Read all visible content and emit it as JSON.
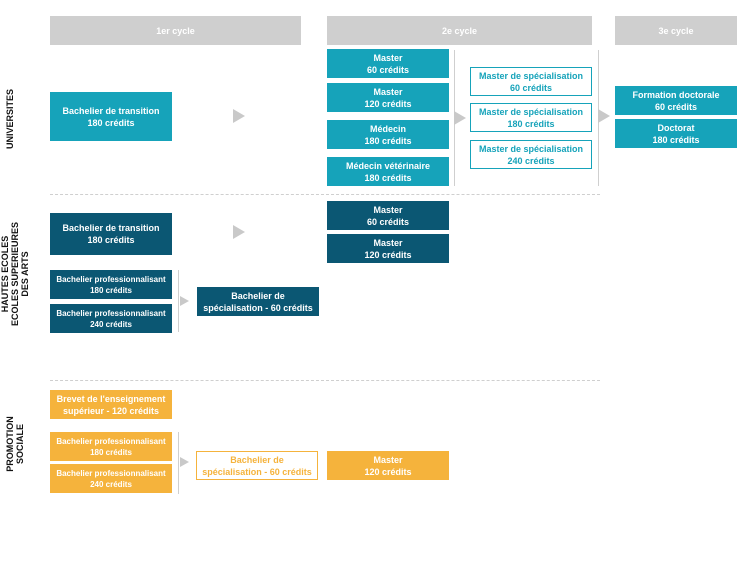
{
  "headers": {
    "c1": "1er cycle",
    "c2": "2e cycle",
    "c3": "3e cycle"
  },
  "sections": {
    "universites": "UNIVERSITES",
    "hautes_l1": "HAUTES ECOLES",
    "hautes_l2": "ECOLES SUPERIEURES",
    "hautes_l3": "DES ARTS",
    "promo_l1": "PROMOTION",
    "promo_l2": "SOCIALE"
  },
  "univ": {
    "bachelier": [
      "Bachelier de transition",
      "180 crédits"
    ],
    "master60": [
      "Master",
      "60 crédits"
    ],
    "master120": [
      "Master",
      "120 crédits"
    ],
    "medecin": [
      "Médecin",
      "180 crédits"
    ],
    "veterinaire": [
      "Médecin vétérinaire",
      "180 crédits"
    ],
    "spec60": [
      "Master de spécialisation",
      "60 crédits"
    ],
    "spec180": [
      "Master de spécialisation",
      "180 crédits"
    ],
    "spec240": [
      "Master de spécialisation",
      "240 crédits"
    ],
    "formation": [
      "Formation doctorale",
      "60 crédits"
    ],
    "doctorat": [
      "Doctorat",
      "180 crédits"
    ]
  },
  "hautes": {
    "bachelier": [
      "Bachelier de transition",
      "180 crédits"
    ],
    "master60": [
      "Master",
      "60 crédits"
    ],
    "master120": [
      "Master",
      "120 crédits"
    ],
    "pro180": [
      "Bachelier professionnalisant",
      "180 crédits"
    ],
    "pro240": [
      "Bachelier professionnalisant",
      "240 crédits"
    ],
    "spec": [
      "Bachelier de",
      "spécialisation - 60 crédits"
    ]
  },
  "promo": {
    "brevet": [
      "Brevet de l'enseignement",
      "supérieur - 120 crédits"
    ],
    "pro180": [
      "Bachelier professionnalisant",
      "180 crédits"
    ],
    "pro240": [
      "Bachelier professionnalisant",
      "240 crédits"
    ],
    "spec": [
      "Bachelier de",
      "spécialisation - 60 crédits"
    ],
    "master120": [
      "Master",
      "120 crédits"
    ]
  }
}
